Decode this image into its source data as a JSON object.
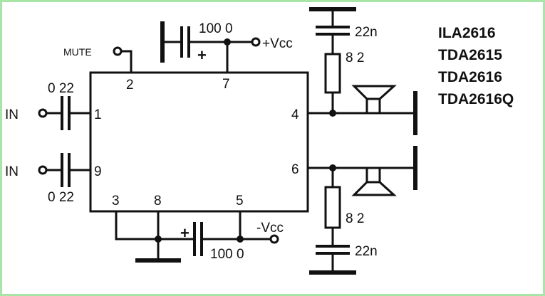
{
  "pins": {
    "mute": "2",
    "vcc_pos": "7",
    "in1": "1",
    "in2": "9",
    "out1": "4",
    "out2": "6",
    "gnd3": "3",
    "gnd8": "8",
    "vcc_neg": "5"
  },
  "labels": {
    "mute": "MUTE",
    "vcc_pos": "+Vcc",
    "vcc_neg": "-Vcc",
    "in_top": "IN",
    "in_bottom": "IN",
    "cap_in_top": "0 22",
    "cap_in_bottom": "0 22",
    "cap_supply_top": "100 0",
    "cap_supply_bottom": "100 0",
    "cap_zobel_top": "22n",
    "cap_zobel_bottom": "22n",
    "res_top": "8 2",
    "res_bottom": "8 2",
    "plus_top": "+",
    "plus_bottom": "+"
  },
  "part_numbers": [
    "ILA2616",
    "TDA2615",
    "TDA2616",
    "TDA2616Q"
  ]
}
